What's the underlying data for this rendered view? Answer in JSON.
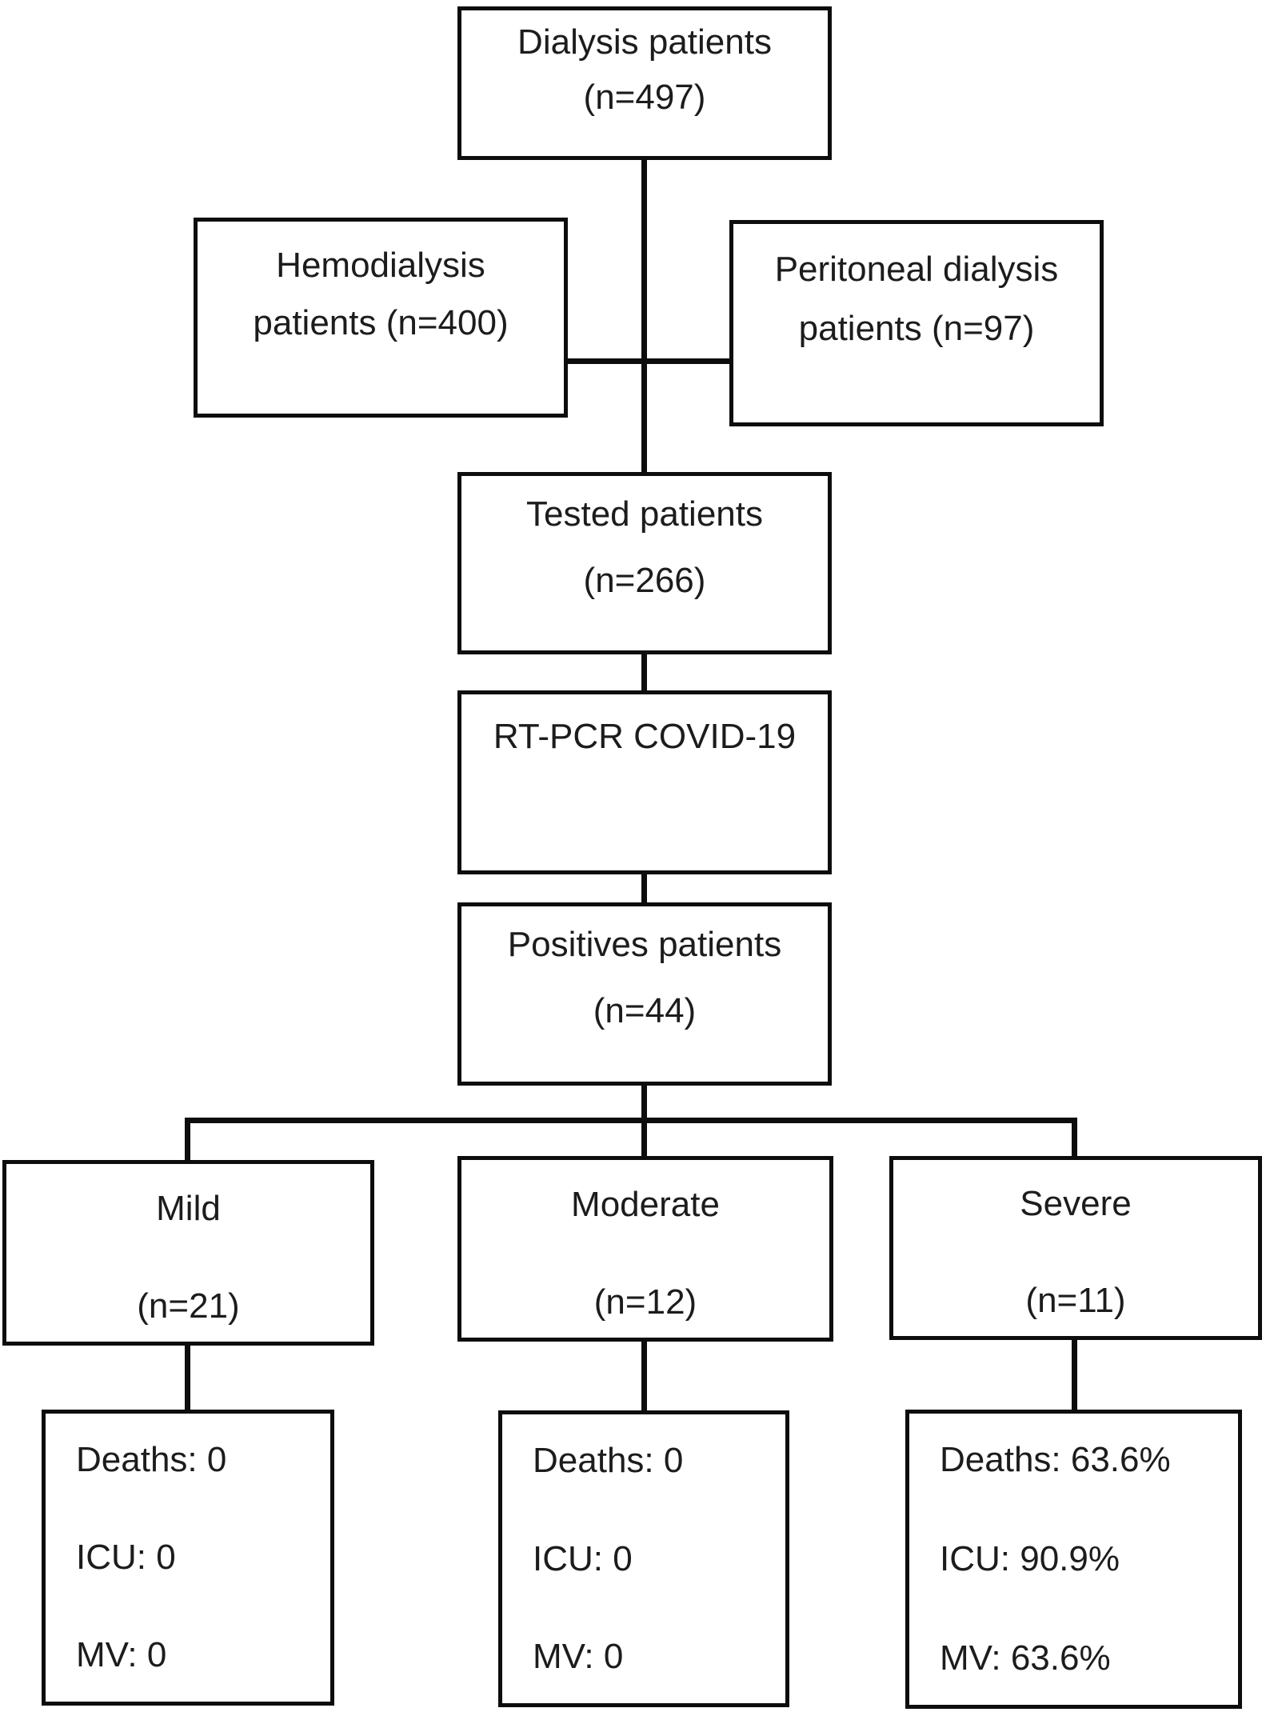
{
  "colors": {
    "line": "#0d0d0d",
    "text": "#1c1c1c",
    "background": "#ffffff"
  },
  "flowchart": {
    "description": "Flow diagram of dialysis patients tested for COVID-19 by RT-PCR, split by disease severity with outcomes",
    "nodes": {
      "dialysis": {
        "lines": [
          "Dialysis patients",
          "(n=497)"
        ]
      },
      "hemodialysis": {
        "lines": [
          "Hemodialysis",
          "patients (n=400)"
        ]
      },
      "peritoneal": {
        "lines": [
          "Peritoneal dialysis",
          "patients (n=97)"
        ]
      },
      "tested": {
        "lines": [
          "Tested patients",
          "(n=266)"
        ]
      },
      "rtpcr": {
        "lines": [
          "RT-PCR COVID-19"
        ]
      },
      "positives": {
        "lines": [
          "Positives patients",
          "(n=44)"
        ]
      },
      "mild": {
        "lines": [
          "Mild",
          "(n=21)"
        ]
      },
      "moderate": {
        "lines": [
          "Moderate",
          "(n=12)"
        ]
      },
      "severe": {
        "lines": [
          "Severe",
          "(n=11)"
        ]
      },
      "mild_outcomes": {
        "lines": [
          "Deaths: 0",
          "ICU: 0",
          "MV: 0"
        ]
      },
      "moderate_outcomes": {
        "lines": [
          "Deaths: 0",
          "ICU: 0",
          "MV: 0"
        ]
      },
      "severe_outcomes": {
        "lines": [
          "Deaths: 63.6%",
          "ICU: 90.9%",
          "MV: 63.6%"
        ]
      }
    }
  }
}
